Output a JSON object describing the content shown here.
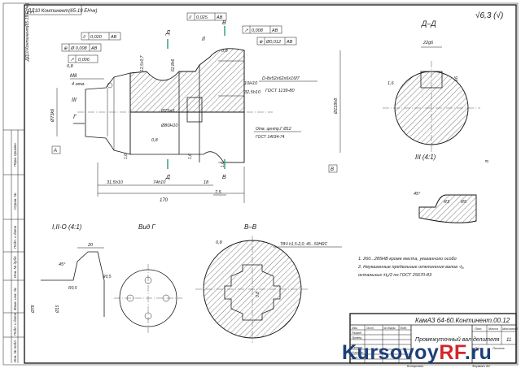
{
  "title_block": {
    "designation": "КамАЗ 64-60.Континент.00.12",
    "part_name": "Промежуточный вал делителя",
    "sheet_number": "11",
    "format": "Формат А2",
    "copied": "Копировал",
    "roles": [
      "Разраб.",
      "Провер.",
      "Т.контр.",
      "Н.контр.",
      "Утв."
    ],
    "columns": [
      "Изм.",
      "Лист",
      "№ докум.",
      "Подп.",
      "Дата"
    ],
    "lit_header": "Лит.",
    "mass_header": "Масса",
    "scale_header": "Масштаб",
    "sheet_label": "Лист",
    "sheets_label": "Листов"
  },
  "sheet": {
    "top_note": "ДД10 Континент(65-19 ЕНчк)",
    "side_labels": [
      "Перв. примен.",
      "Справ. №",
      "Подп. и дата",
      "Инв. № дубл.",
      "Взам. инв. №",
      "Подп. и дата",
      "Инв. № подл."
    ]
  },
  "surface_finish": "√6,3 (√)",
  "views": {
    "section_dd": "Д–Д",
    "detail_iii": "III (4:1)",
    "detail_i_ii": "I,II-О (4:1)",
    "view_g": "Вид Г",
    "section_vv": "В–В"
  },
  "main_view": {
    "datums": {
      "a": "А",
      "b": "В"
    },
    "cut_marks": {
      "d": "Д",
      "v": "В",
      "g": "Г",
      "ii": "II",
      "iii": "III",
      "i": "I"
    },
    "tolerance_frames": [
      {
        "sym": "//",
        "value": "0,020",
        "base": "АВ"
      },
      {
        "sym": "⊕",
        "value": "Ø 0,008",
        "base": "АВ"
      },
      {
        "sym": "↗",
        "value": "0,006",
        "base": ""
      },
      {
        "sym": "//",
        "value": "0,025",
        "base": "АВ"
      },
      {
        "sym": "↗",
        "value": "0,008",
        "base": "АВ"
      },
      {
        "sym": "⊕",
        "value": "Ø0,012",
        "base": "АВ"
      }
    ],
    "dims": {
      "total_length": "170",
      "len_31": "31,5h10",
      "len_74": "74h10",
      "len_18": "18",
      "len_75": "7,5",
      "roughness_08a": "0,8",
      "roughness_08b": "0,8",
      "roughness_08c": "0,8",
      "ra_16a": "1,6",
      "ra_16b": "1,6",
      "ra_16c": "1,6",
      "thread": "М8",
      "holes": "4 отв.",
      "dia_main": "Ø73k6",
      "dia_76": "Ø76n6",
      "dia_80": "Ø80H10",
      "dia_118": "Ø118h8",
      "chamf_125": "12,5±0,7",
      "chamf_628": "62,8h6",
      "dim_10h10": "10H10",
      "dim_32": "32,5h10",
      "spline": "D-8х52х62х6х16f7",
      "gost_spline": "ГОСТ 1139-80",
      "holes_center": "Отв. центр.Г Ø12",
      "gost_center": "ГОСТ 14034-74"
    }
  },
  "section_dd_dims": {
    "key_width": "22g6",
    "depth": "16",
    "ra": "1,6"
  },
  "detail_iii_dims": {
    "angle": "45°",
    "r1": "R3",
    "r2": "R5",
    "len": "8"
  },
  "detail_i_dims": {
    "len": "20",
    "angle": "45°",
    "r1": "R0,5",
    "r2": "R0,5",
    "dia1": "Ø78",
    "dia2": "Ø15"
  },
  "section_vv_dims": {
    "roughness": "0,8",
    "note": "ТВЧ h1,5-2,0; 45...50HRC",
    "tooth": "0,8"
  },
  "notes": [
    "1. 260...285HB кроме места, указанного особо",
    "2. Неуказанные предельные отклонения валов -t₂,",
    "   остальных ±t₂/2 по ГОСТ 25670-83"
  ],
  "watermark": {
    "main": "Kursovoy",
    "accent": "RF",
    "suffix": ".ru"
  }
}
